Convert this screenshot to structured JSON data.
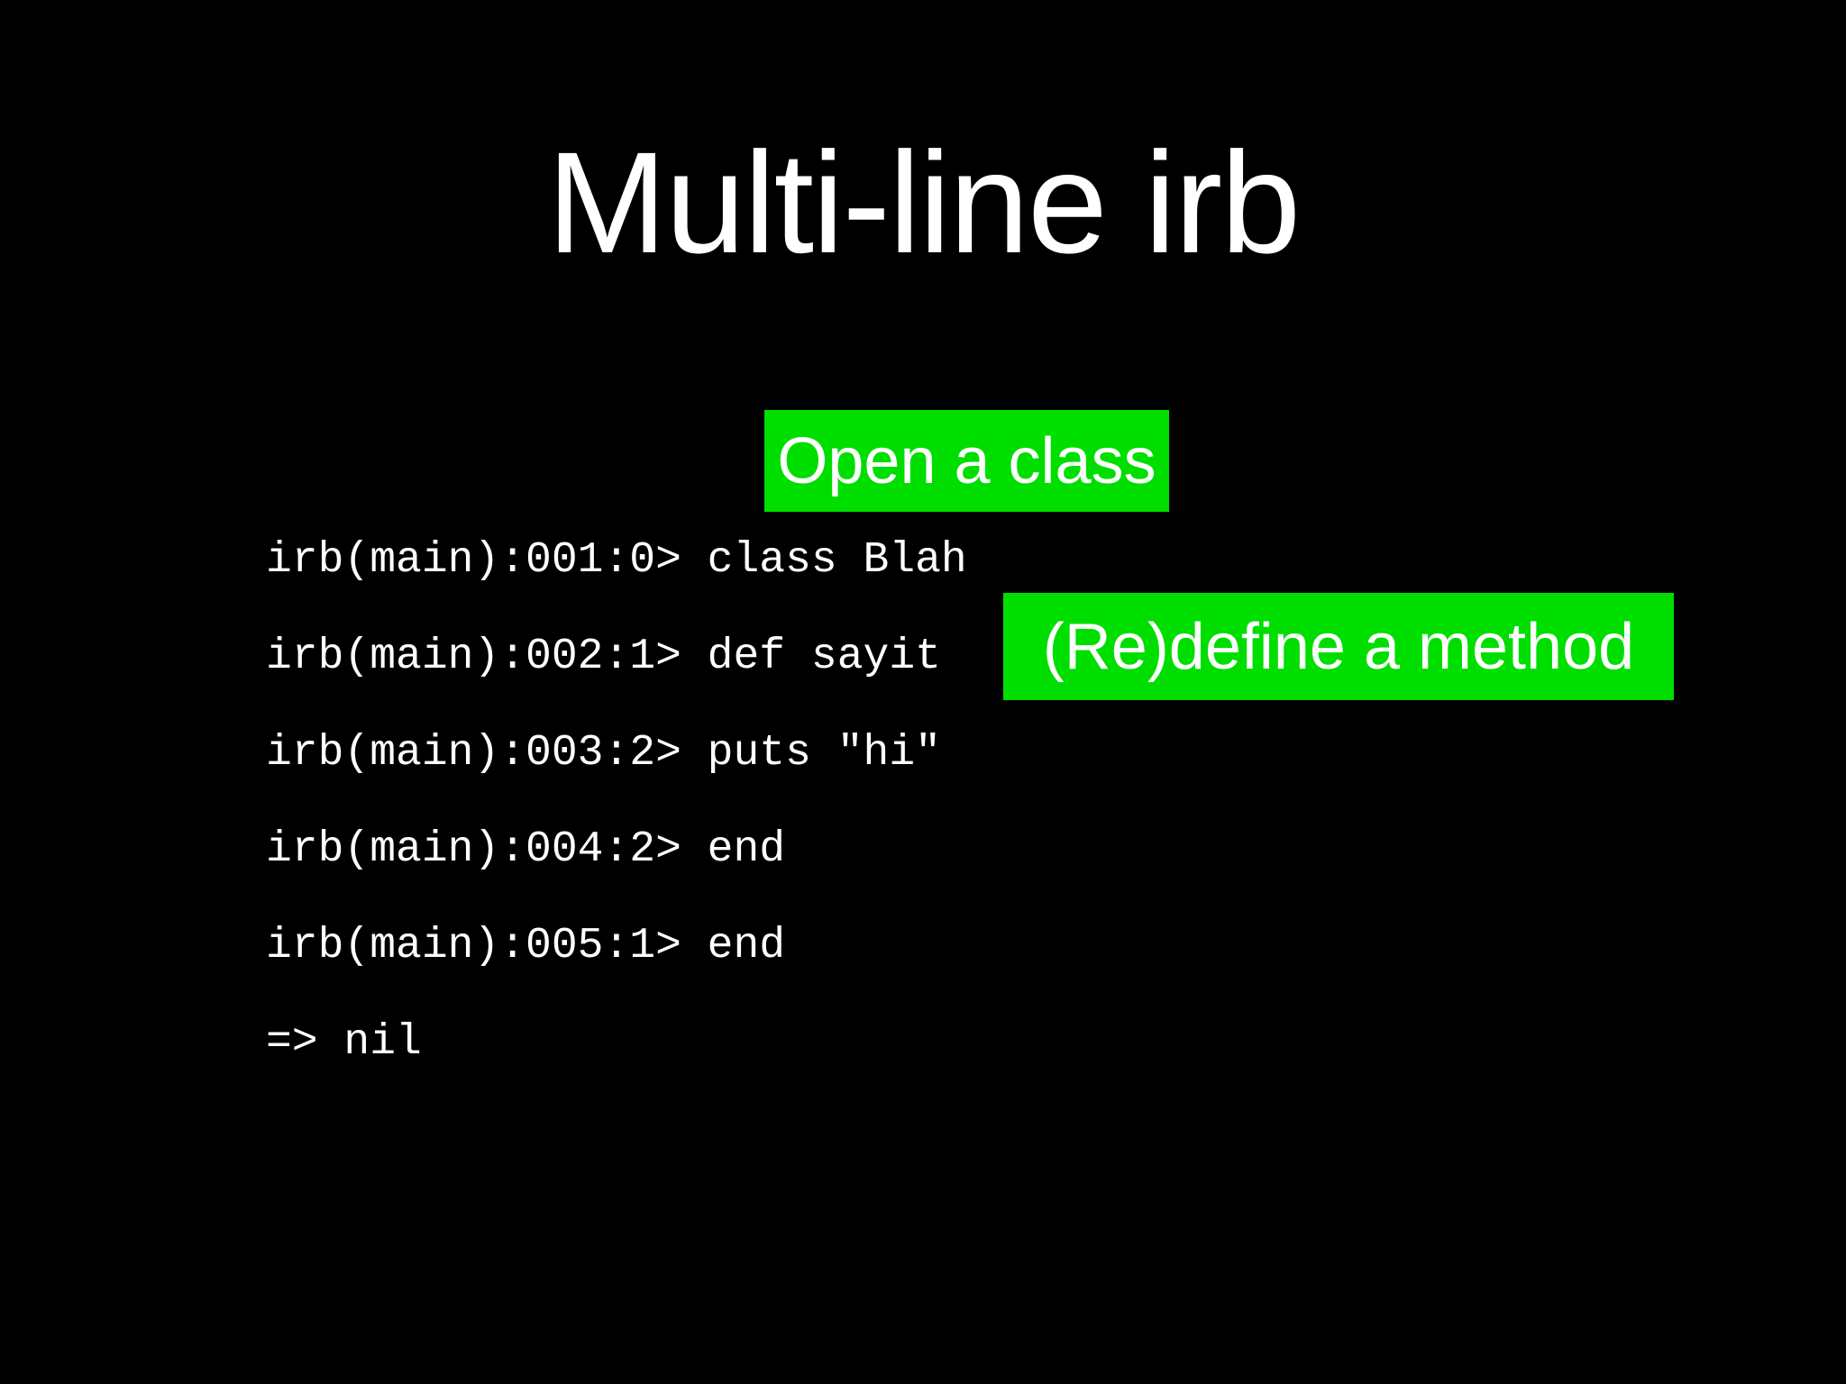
{
  "slide": {
    "title": "Multi-line irb",
    "callouts": {
      "open_class": "Open a class",
      "redefine_method": "(Re)define a method"
    },
    "terminal": {
      "lines": [
        "irb(main):001:0> class Blah",
        "irb(main):002:1> def sayit",
        "irb(main):003:2> puts \"hi\"",
        "irb(main):004:2> end",
        "irb(main):005:1> end",
        "=> nil"
      ]
    },
    "colors": {
      "background": "#000000",
      "highlight_green": "#00DE00",
      "text": "#FFFFFF"
    }
  }
}
